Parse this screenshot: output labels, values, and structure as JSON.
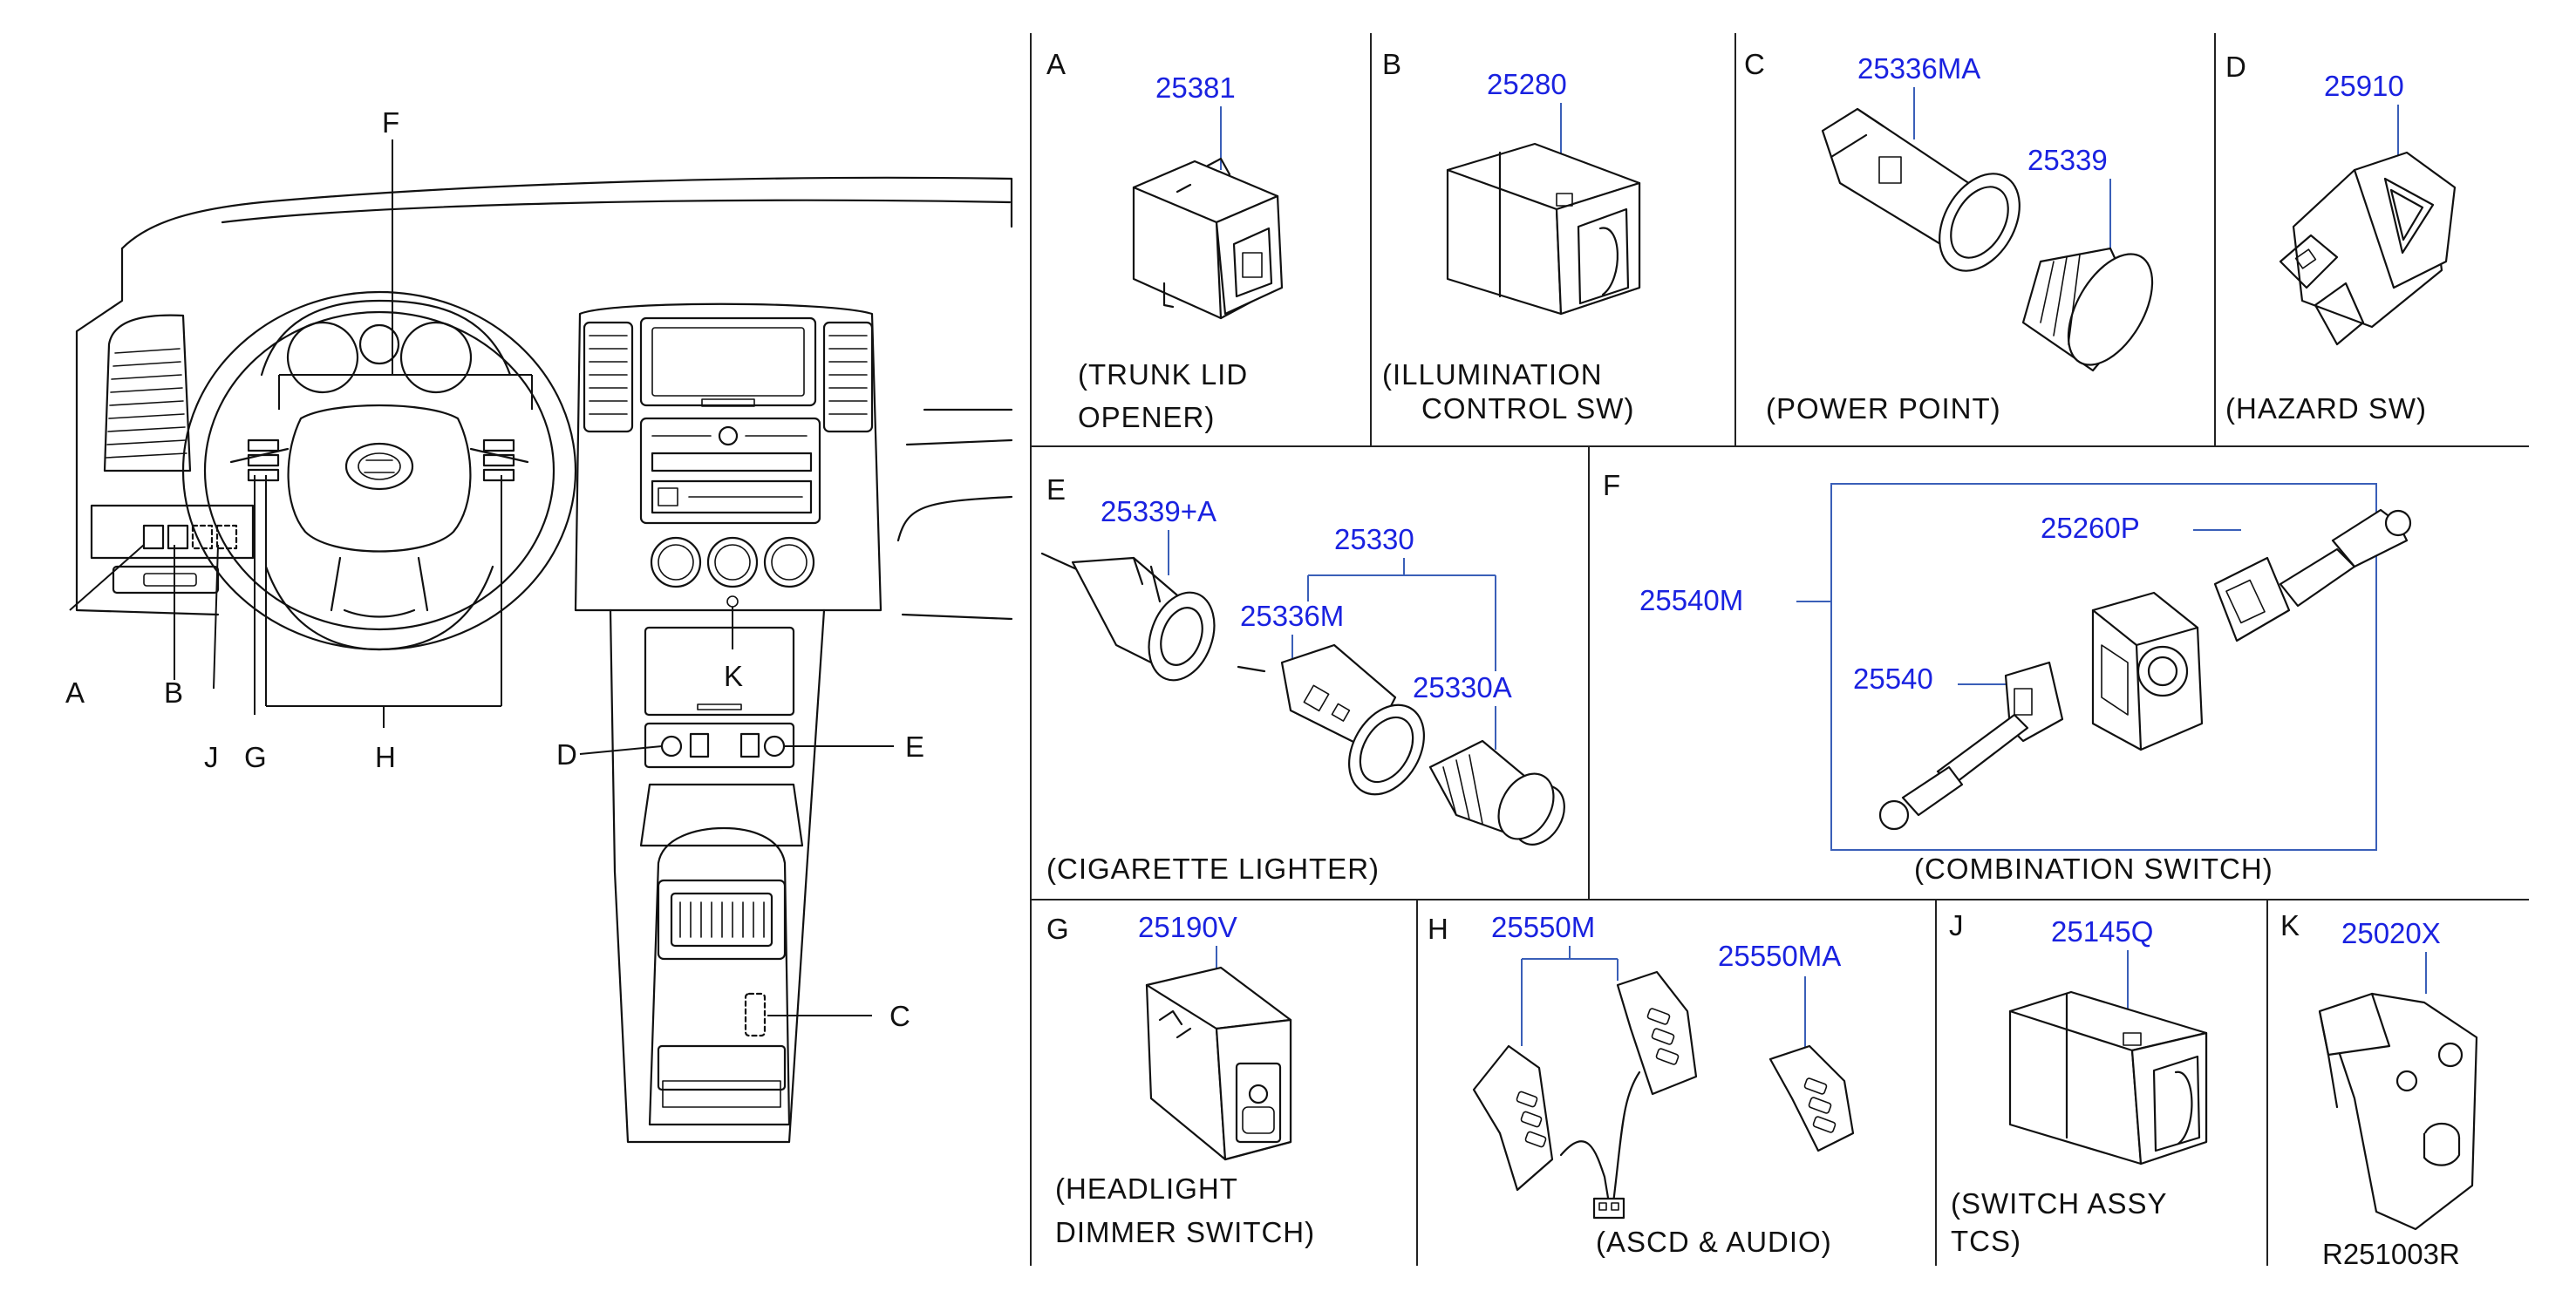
{
  "overview": {
    "callouts": {
      "A": "A",
      "B": "B",
      "C": "C",
      "D": "D",
      "E": "E",
      "F": "F",
      "G": "G",
      "H": "H",
      "J": "J",
      "K": "K"
    }
  },
  "panels": {
    "A": {
      "letter": "A",
      "part": "25381",
      "caption1": "(TRUNK  LID",
      "caption2": "OPENER)"
    },
    "B": {
      "letter": "B",
      "part": "25280",
      "caption1": "(ILLUMINATION",
      "caption2": "CONTROL  SW)"
    },
    "C": {
      "letter": "C",
      "parts": [
        "25336MA",
        "25339"
      ],
      "caption1": "(POWER  POINT)"
    },
    "D": {
      "letter": "D",
      "part": "25910",
      "caption1": "(HAZARD  SW)"
    },
    "E": {
      "letter": "E",
      "parts": [
        "25339+A",
        "25330",
        "25336M",
        "25330A"
      ],
      "caption1": "(CIGARETTE  LIGHTER)"
    },
    "F": {
      "letter": "F",
      "parts": [
        "25540M",
        "25260P",
        "25540"
      ],
      "caption1": "(COMBINATION  SWITCH)"
    },
    "G": {
      "letter": "G",
      "part": "25190V",
      "caption1": "(HEADLIGHT",
      "caption2": "DIMMER  SWITCH)"
    },
    "H": {
      "letter": "H",
      "parts": [
        "25550M",
        "25550MA"
      ],
      "caption1": "(ASCD  &  AUDIO)"
    },
    "J": {
      "letter": "J",
      "part": "25145Q",
      "caption1": "(SWITCH  ASSY",
      "caption2": "TCS)"
    },
    "K": {
      "letter": "K",
      "part": "25020X"
    }
  },
  "reference": "R251003R"
}
